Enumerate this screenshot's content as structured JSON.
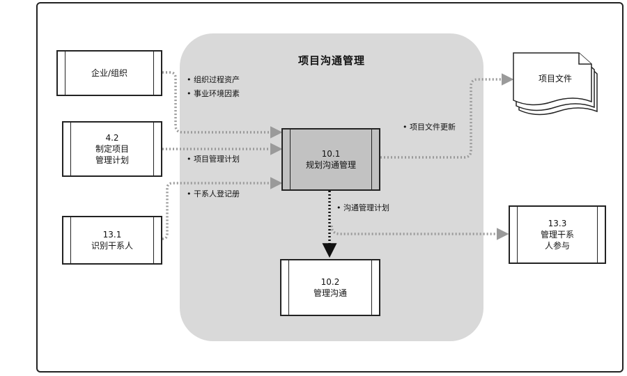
{
  "title": "项目沟通管理",
  "inputs": {
    "enterprise": "企业/组织",
    "plan_process": "4.2\n制定项目\n管理计划",
    "identify": "13.1\n识别干系人"
  },
  "center": "10.1\n规划沟通管理",
  "output_process": "10.2\n管理沟通",
  "right_process": "13.3\n管理干系\n人参与",
  "document": "项目文件",
  "labels": {
    "assets": "组织过程资产",
    "environment": "事业环境因素",
    "pm_plan": "项目管理计划",
    "stakeholder_register": "干系人登记册",
    "doc_updates": "项目文件更新",
    "comm_plan": "沟通管理计划"
  },
  "bullet": "•"
}
